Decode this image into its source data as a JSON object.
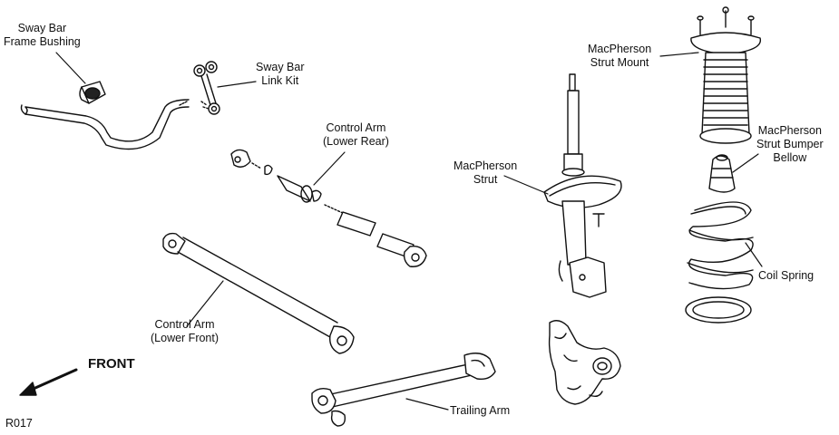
{
  "labels": {
    "sway_bar_bushing": [
      "Sway Bar",
      "Frame Bushing"
    ],
    "sway_bar_link_kit": [
      "Sway Bar",
      "Link Kit"
    ],
    "control_arm_lower_rear": [
      "Control Arm",
      "(Lower Rear)"
    ],
    "control_arm_lower_front": [
      "Control Arm",
      "(Lower Front)"
    ],
    "macpherson_strut": [
      "MacPherson",
      "Strut"
    ],
    "macpherson_strut_mount": [
      "MacPherson",
      "Strut Mount"
    ],
    "macpherson_bumper_bellow": [
      "MacPherson",
      "Strut Bumper",
      "Bellow"
    ],
    "coil_spring": "Coil Spring",
    "trailing_arm": "Trailing Arm",
    "front": "FRONT",
    "figure_code": "R017"
  },
  "colors": {
    "line": "#111111",
    "background": "#ffffff"
  }
}
